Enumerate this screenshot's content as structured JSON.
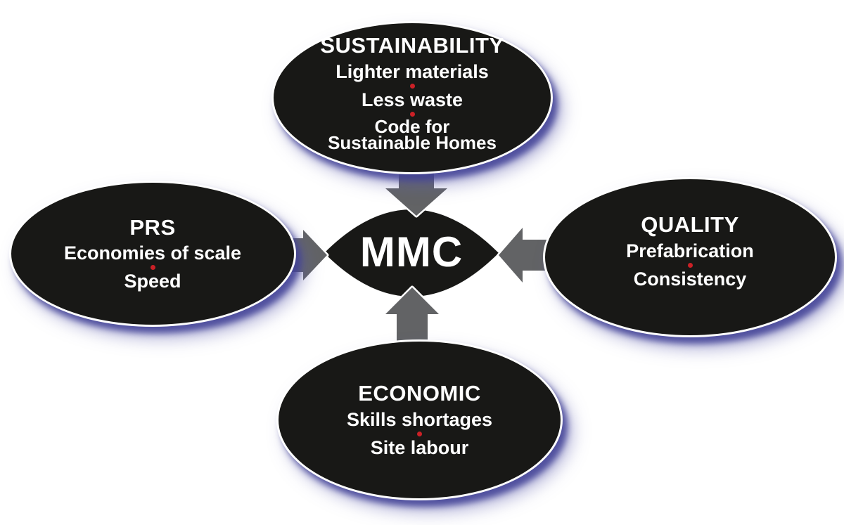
{
  "center": {
    "label": "MMC"
  },
  "nodes": [
    {
      "id": "sustainability",
      "title": "SUSTAINABILITY",
      "items": [
        {
          "lines": [
            "Lighter materials"
          ]
        },
        {
          "lines": [
            "Less waste"
          ]
        },
        {
          "lines": [
            "Code for",
            "Sustainable Homes"
          ]
        }
      ]
    },
    {
      "id": "prs",
      "title": "PRS",
      "items": [
        {
          "lines": [
            "Economies of scale"
          ]
        },
        {
          "lines": [
            "Speed"
          ]
        }
      ]
    },
    {
      "id": "quality",
      "title": "QUALITY",
      "items": [
        {
          "lines": [
            "Prefabrication"
          ]
        },
        {
          "lines": [
            "Consistency"
          ]
        }
      ]
    },
    {
      "id": "economic",
      "title": "ECONOMIC",
      "items": [
        {
          "lines": [
            "Skills shortages"
          ]
        },
        {
          "lines": [
            "Site labour"
          ]
        }
      ]
    }
  ],
  "colors": {
    "background": "#ffffff",
    "node_fill": "#181816",
    "node_border": "#ffffff",
    "text": "#ffffff",
    "arrow_fill": "#626365",
    "arrow_outline": "#ffffff",
    "dot": "#cb2026",
    "glow_strong": "rgba(64,64,148,0.85)",
    "glow_soft": "rgba(96,96,176,0.5)"
  }
}
